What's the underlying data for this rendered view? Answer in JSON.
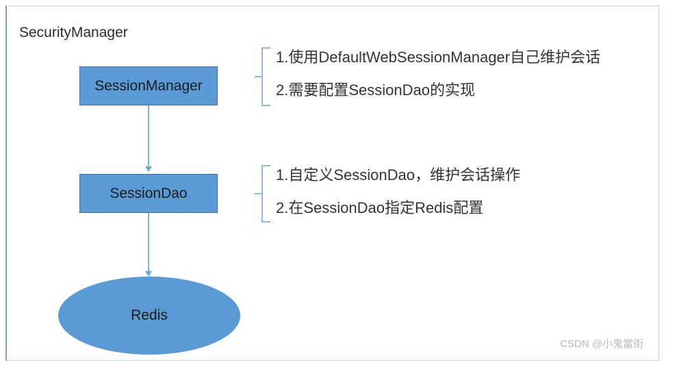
{
  "diagram": {
    "title": "SecurityManager",
    "nodes": [
      {
        "id": "session-manager",
        "label": "SessionManager",
        "shape": "rectangle",
        "fill": "#5b9bd5",
        "stroke": "#41719c"
      },
      {
        "id": "session-dao",
        "label": "SessionDao",
        "shape": "rectangle",
        "fill": "#5b9bd5",
        "stroke": "#41719c"
      },
      {
        "id": "redis",
        "label": "Redis",
        "shape": "ellipse",
        "fill": "#5b9bd5",
        "stroke": "#559ad2"
      }
    ],
    "connectors": [
      {
        "id": "session-manager-to-session-dao",
        "from": "session-manager",
        "to": "session-dao",
        "color": "#7eb3e0",
        "arrow": true
      },
      {
        "id": "session-dao-to-redis",
        "from": "session-dao",
        "to": "redis",
        "color": "#7eb3e0",
        "arrow": true
      }
    ],
    "annotations": [
      {
        "id": "annotation-group-1",
        "target": "session-manager",
        "bracket_color": "#8cb9e3",
        "lines": [
          "1.使用DefaultWebSessionManager自己维护会话",
          "2.需要配置SessionDao的实现"
        ]
      },
      {
        "id": "annotation-group-2",
        "target": "session-dao",
        "bracket_color": "#8cb9e3",
        "lines": [
          "1.自定义SessionDao，维护会话操作",
          "2.在SessionDao指定Redis配置"
        ]
      }
    ]
  },
  "watermark": {
    "text": "CSDN @小鬼當街",
    "color": "#b8b8b8"
  }
}
